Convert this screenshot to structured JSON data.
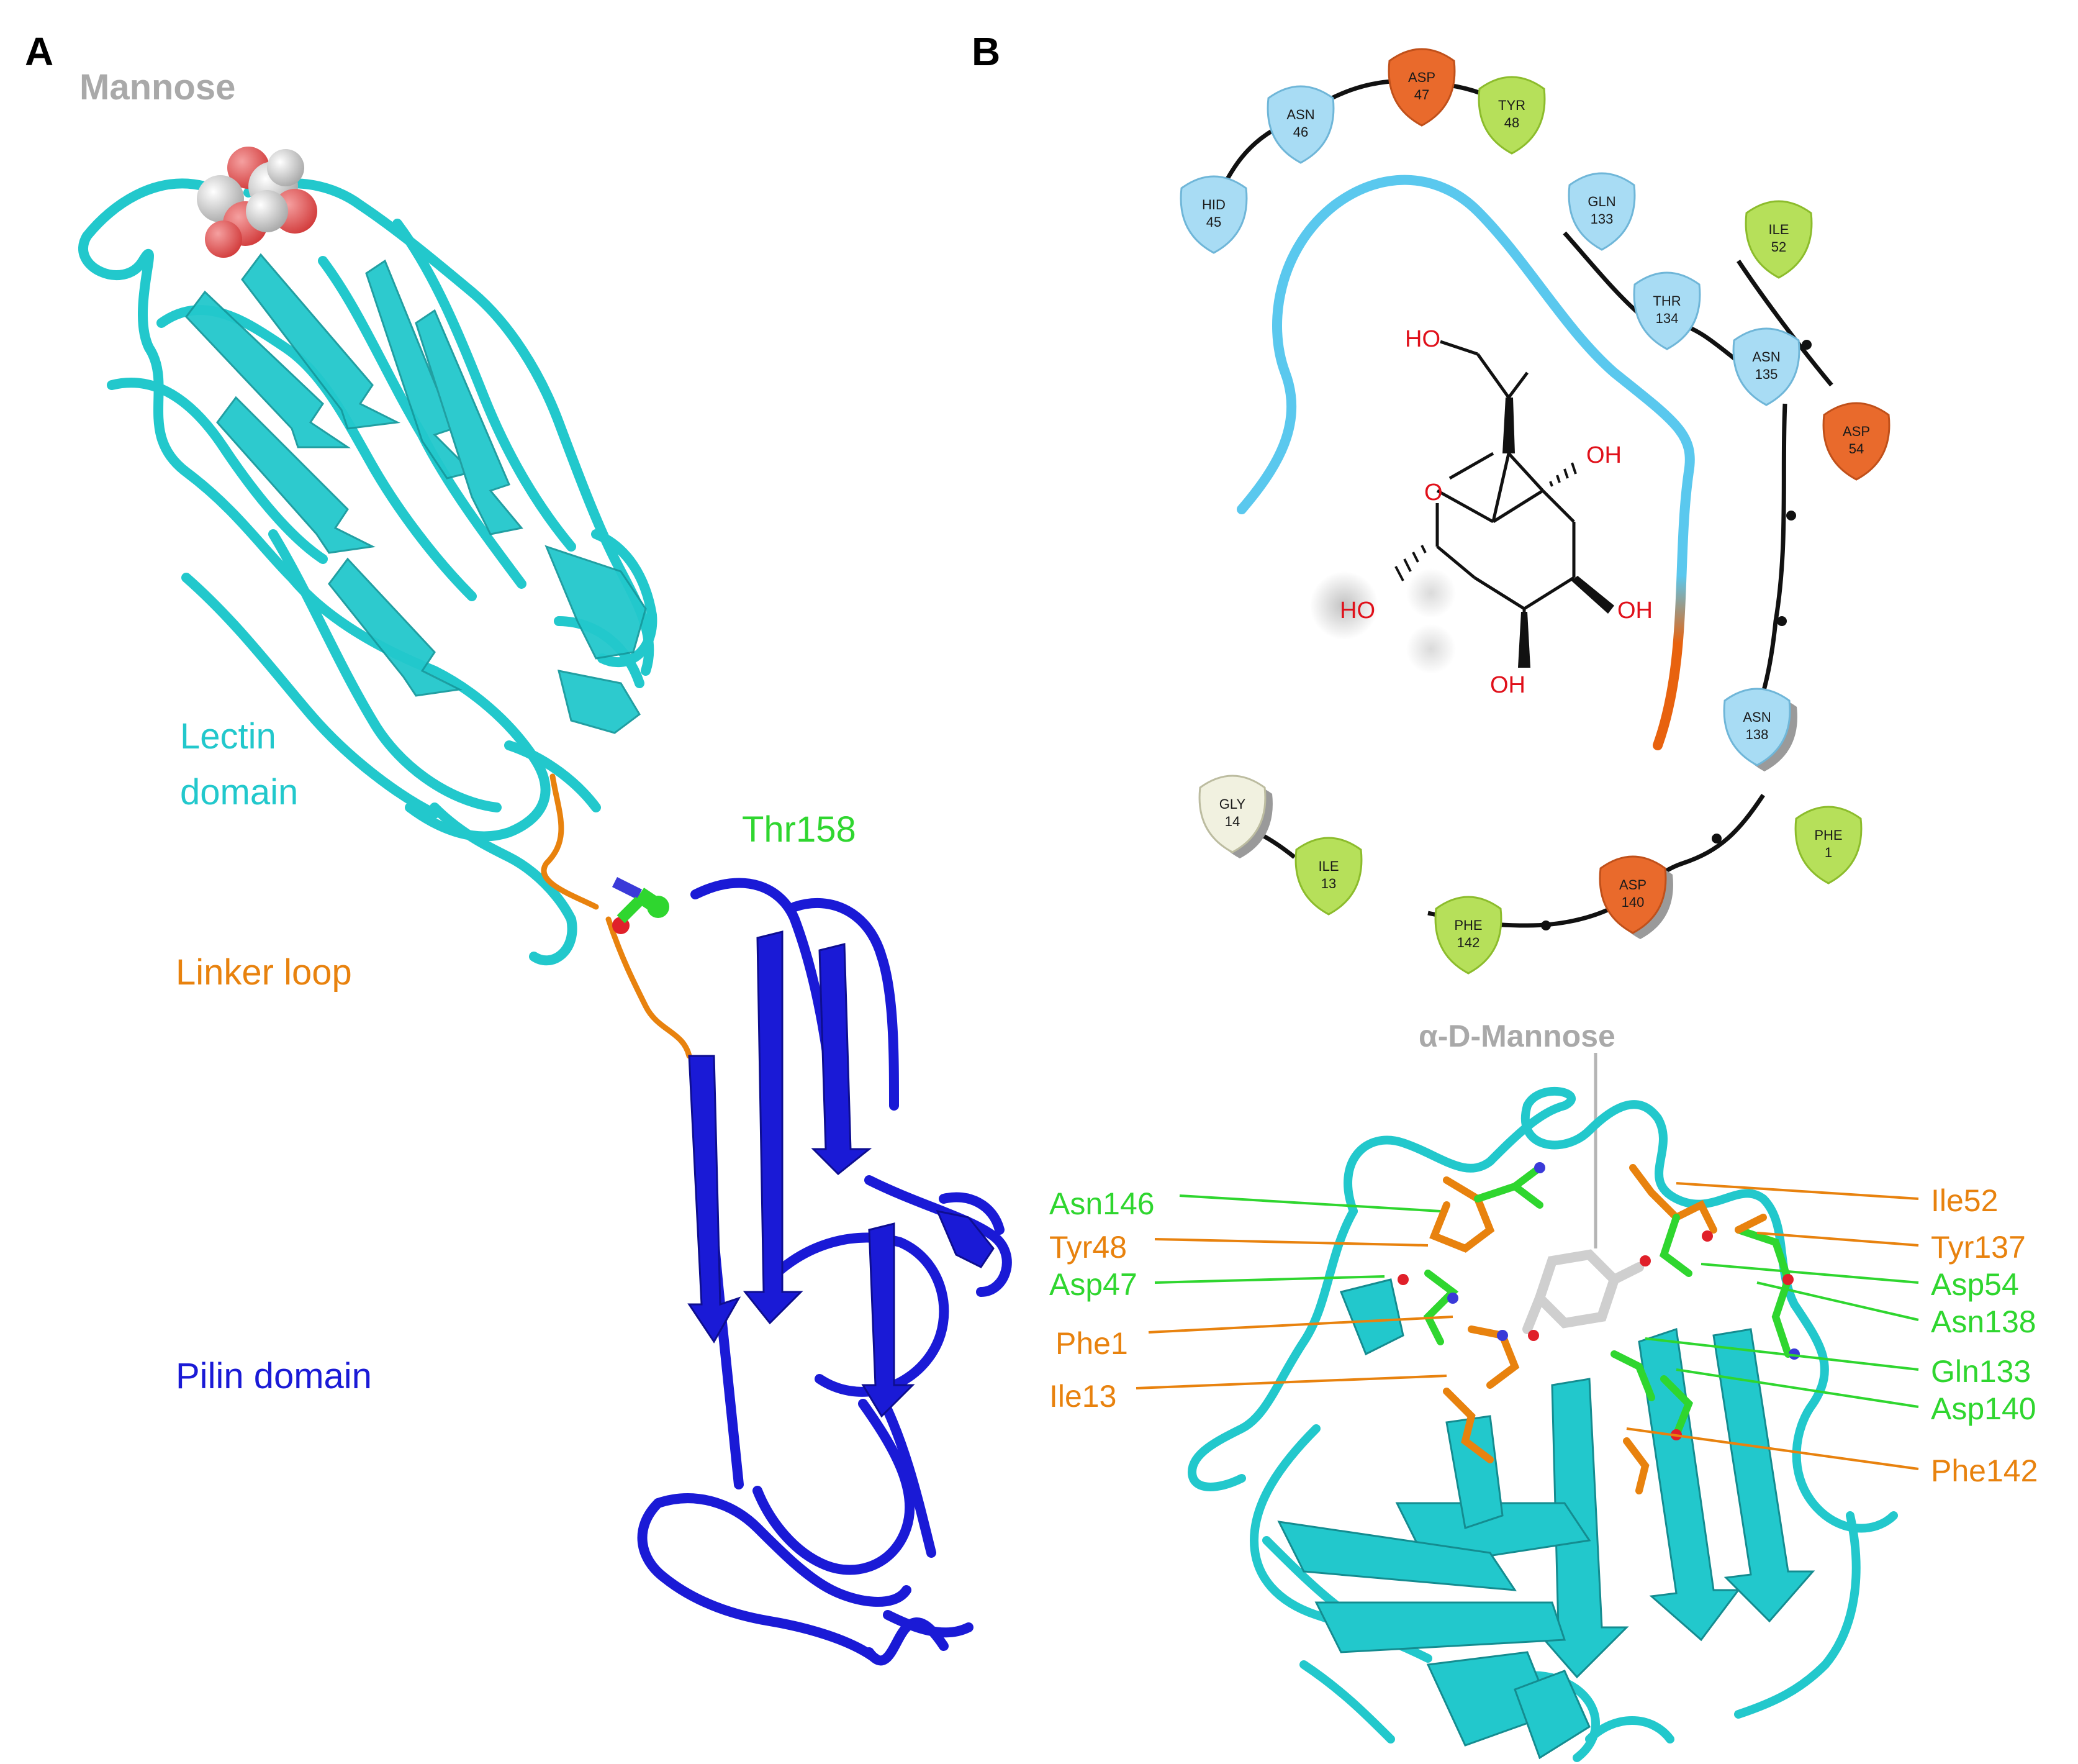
{
  "panel_a": {
    "label": "A",
    "mannose_label": "Mannose",
    "lectin_label_1": "Lectin",
    "lectin_label_2": "domain",
    "thr_label": "Thr158",
    "linker_label": "Linker loop",
    "pilin_label": "Pilin domain"
  },
  "panel_b": {
    "label": "B",
    "residues": [
      {
        "name": "HID",
        "num": "45",
        "type": "polar"
      },
      {
        "name": "ASN",
        "num": "46",
        "type": "polar"
      },
      {
        "name": "ASP",
        "num": "47",
        "type": "charged"
      },
      {
        "name": "TYR",
        "num": "48",
        "type": "hydrophobic"
      },
      {
        "name": "GLN",
        "num": "133",
        "type": "polar"
      },
      {
        "name": "ILE",
        "num": "52",
        "type": "hydrophobic"
      },
      {
        "name": "THR",
        "num": "134",
        "type": "polar"
      },
      {
        "name": "ASN",
        "num": "135",
        "type": "polar"
      },
      {
        "name": "ASP",
        "num": "54",
        "type": "charged"
      },
      {
        "name": "ASN",
        "num": "138",
        "type": "polar"
      },
      {
        "name": "GLY",
        "num": "14",
        "type": "glycine"
      },
      {
        "name": "ILE",
        "num": "13",
        "type": "hydrophobic"
      },
      {
        "name": "PHE",
        "num": "1",
        "type": "hydrophobic"
      },
      {
        "name": "ASP",
        "num": "140",
        "type": "charged"
      },
      {
        "name": "PHE",
        "num": "142",
        "type": "hydrophobic"
      }
    ],
    "ligand_labels": {
      "ho_top": "HO",
      "oh_1": "OH",
      "o_ring": "O",
      "ho_left": "HO",
      "oh_2": "OH",
      "oh_3": "OH"
    },
    "mannose_3d_label": "α-D-Mannose",
    "left_labels": [
      {
        "text": "Asn146",
        "color": "green"
      },
      {
        "text": "Tyr48",
        "color": "orange"
      },
      {
        "text": "Asp47",
        "color": "green"
      },
      {
        "text": "Phe1",
        "color": "orange"
      },
      {
        "text": "Ile13",
        "color": "orange"
      }
    ],
    "right_labels": [
      {
        "text": "Ile52",
        "color": "orange"
      },
      {
        "text": "Tyr137",
        "color": "orange"
      },
      {
        "text": "Asp54",
        "color": "green"
      },
      {
        "text": "Asn138",
        "color": "green"
      },
      {
        "text": "Gln133",
        "color": "green"
      },
      {
        "text": "Asp140",
        "color": "green"
      },
      {
        "text": "Phe142",
        "color": "orange"
      }
    ]
  },
  "colors": {
    "lectin": "#22c8cc",
    "pilin": "#1a1ad6",
    "linker": "#e8820e",
    "thr": "#2fd62f",
    "mannose_gray": "#a9a9a9",
    "polar": "#a8dcf4",
    "charged": "#e96a2c",
    "hydrophobic": "#b6e05a",
    "glycine": "#f1f1e0"
  }
}
